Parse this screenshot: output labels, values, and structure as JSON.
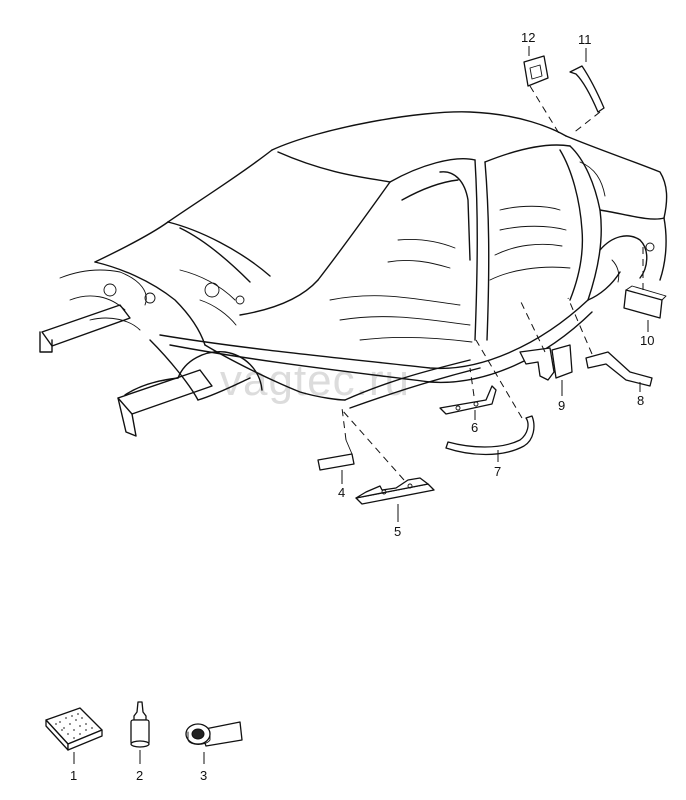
{
  "watermark": "vagtec.ru",
  "callouts": {
    "c1": "1",
    "c2": "2",
    "c3": "3",
    "c4": "4",
    "c5": "5",
    "c6": "6",
    "c7": "7",
    "c8": "8",
    "c9": "9",
    "c10": "10",
    "c11": "11",
    "c12": "12"
  }
}
